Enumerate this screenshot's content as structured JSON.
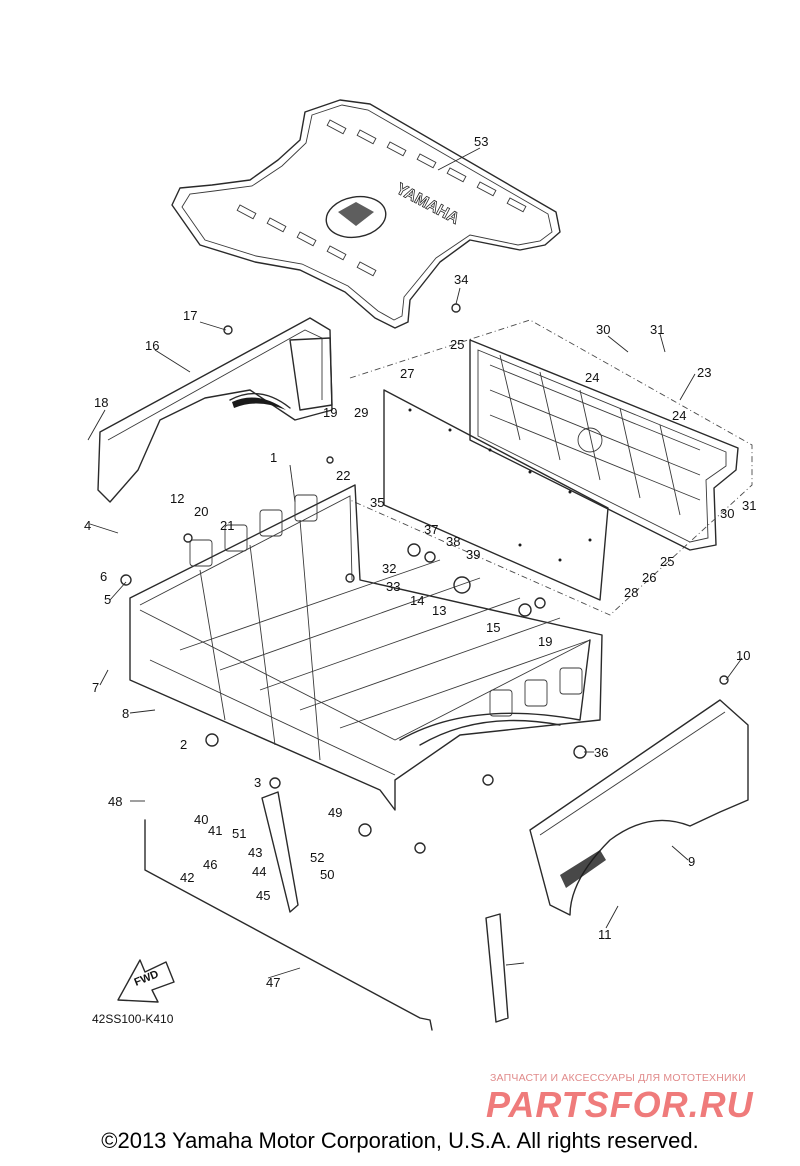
{
  "diagram": {
    "code": "42SS100-K410",
    "fwd_label": "FWD",
    "mat_logo_text": "YAMAHA",
    "callouts": [
      "53",
      "34",
      "30",
      "31",
      "17",
      "16",
      "25",
      "27",
      "24",
      "23",
      "18",
      "19",
      "29",
      "22",
      "1",
      "35",
      "12",
      "20",
      "4",
      "21",
      "37",
      "38",
      "6",
      "32",
      "39",
      "5",
      "33",
      "14",
      "13",
      "28",
      "24",
      "26",
      "25",
      "30",
      "31",
      "15",
      "7",
      "8",
      "10",
      "19",
      "2",
      "36",
      "3",
      "48",
      "40",
      "41",
      "46",
      "42",
      "49",
      "43",
      "44",
      "45",
      "51",
      "52",
      "50",
      "47",
      "9",
      "11"
    ]
  },
  "watermark": {
    "tagline": "ЗАПЧАСТИ И АКСЕССУАРЫ ДЛЯ МОТОТЕХНИКИ",
    "logo": "PARTSFOR.RU"
  },
  "footer": {
    "copyright": "©2013 Yamaha Motor Corporation, U.S.A. All rights reserved."
  }
}
